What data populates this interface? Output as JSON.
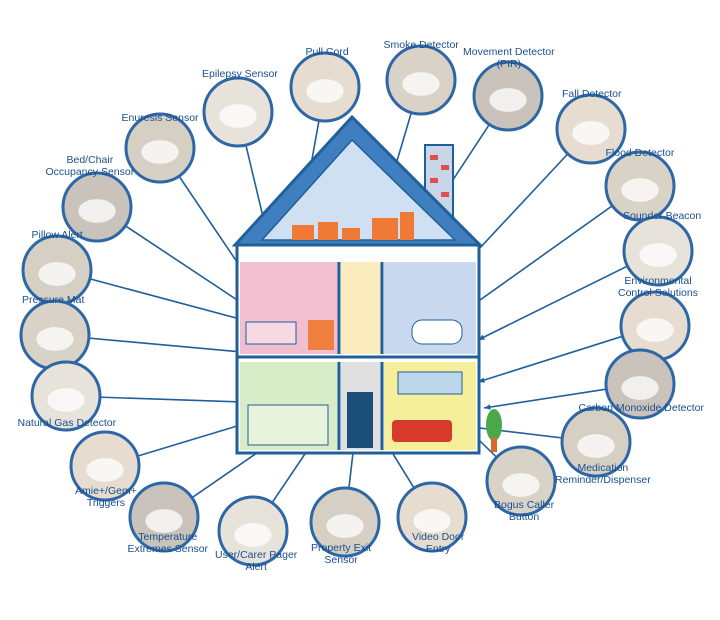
{
  "diagram": {
    "colors": {
      "line": "#1f5f9a",
      "label": "#1a4f8e",
      "ring": "#2d67a6",
      "roof": "#3f7fc0",
      "house_outline": "#1f5f9a"
    },
    "sensors": [
      {
        "id": "pull-cord",
        "label": "Pull Cord",
        "icon": "pull-cord-icon"
      },
      {
        "id": "smoke-detector",
        "label": "Smoke Detector",
        "icon": "smoke-detector-icon"
      },
      {
        "id": "movement-detector",
        "label": "Movement Detector\n(PIR)",
        "icon": "pir-sensor-icon"
      },
      {
        "id": "epilepsy-sensor",
        "label": "Epilepsy Sensor",
        "icon": "epilepsy-mat-icon"
      },
      {
        "id": "enuresis-sensor",
        "label": "Enuresis Sensor",
        "icon": "enuresis-pad-icon"
      },
      {
        "id": "fall-detector",
        "label": "Fall Detector",
        "icon": "fall-detector-icon"
      },
      {
        "id": "flood-detector",
        "label": "Flood Detector",
        "icon": "flood-detector-icon"
      },
      {
        "id": "bed-chair-occupancy",
        "label": "Bed/Chair\nOccupancy Sensor",
        "icon": "occupancy-pad-icon"
      },
      {
        "id": "sounder-beacon",
        "label": "Sounder Beacon",
        "icon": "beacon-icon"
      },
      {
        "id": "pillow-alert",
        "label": "Pillow Alert",
        "icon": "pillow-alert-icon"
      },
      {
        "id": "environmental-control",
        "label": "Environmental\nControl Solutions",
        "icon": "remote-control-icon"
      },
      {
        "id": "pressure-mat",
        "label": "Pressure Mat",
        "icon": "pressure-mat-icon"
      },
      {
        "id": "carbon-monoxide",
        "label": "Carbon Monoxide Detector",
        "icon": "co-detector-icon"
      },
      {
        "id": "natural-gas",
        "label": "Natural Gas Detector",
        "icon": "gas-detector-icon"
      },
      {
        "id": "medication-dispenser",
        "label": "Medication\nReminder/Dispenser",
        "icon": "medication-icon"
      },
      {
        "id": "amie-gem-triggers",
        "label": "Amie+/Gem+\nTriggers",
        "icon": "pendant-trigger-icon"
      },
      {
        "id": "bogus-caller-button",
        "label": "Bogus Caller\nButton",
        "icon": "button-icon"
      },
      {
        "id": "temperature-extremes",
        "label": "Temperature\nExtremes Sensor",
        "icon": "temperature-sensor-icon"
      },
      {
        "id": "user-carer-pager",
        "label": "User/Carer Pager\nAlert",
        "icon": "pager-icon"
      },
      {
        "id": "property-exit-sensor",
        "label": "Property Exit\nSensor",
        "icon": "door-sensor-icon"
      },
      {
        "id": "video-door-entry",
        "label": "Video Door\nEntry",
        "icon": "video-entry-icon"
      }
    ]
  }
}
